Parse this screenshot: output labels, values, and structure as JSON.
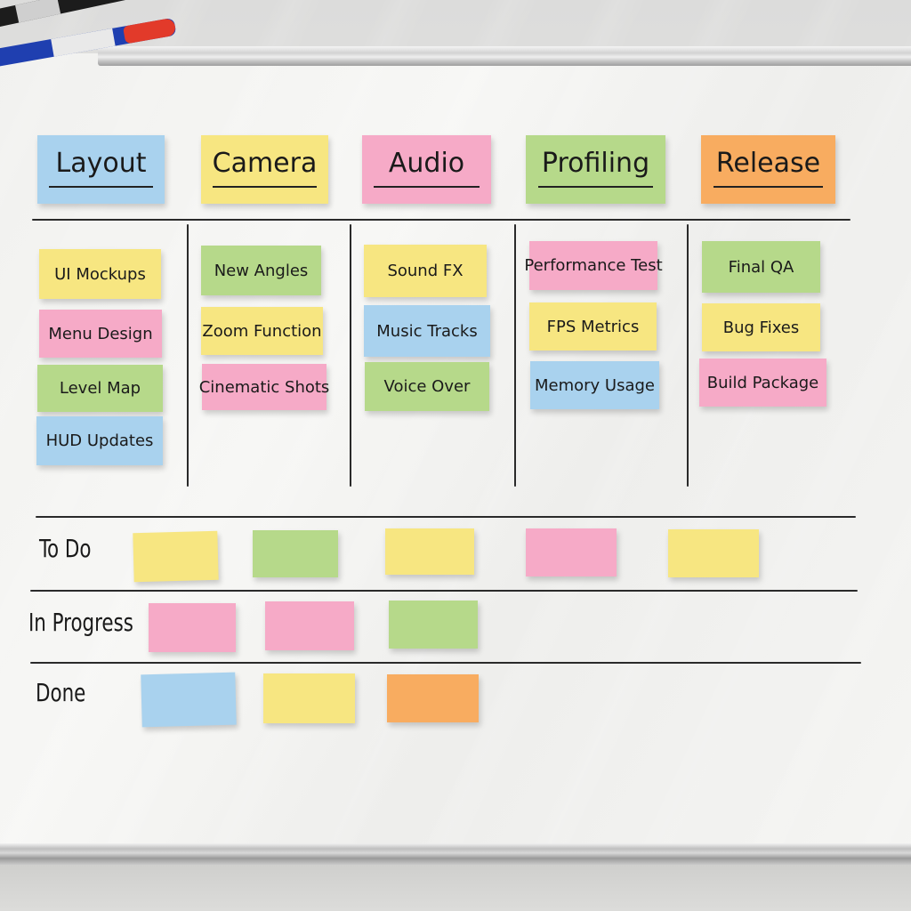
{
  "scene": "Whiteboard kanban board with sticky notes",
  "markers": [
    {
      "body": "black",
      "cap": "white"
    },
    {
      "body": "blue",
      "cap": "red"
    }
  ],
  "columns": [
    {
      "title": "Layout",
      "color": "#a9d2ee",
      "tasks": [
        {
          "label": "UI Mockups",
          "color": "#f7e681"
        },
        {
          "label": "Menu Design",
          "color": "#f6aac7"
        },
        {
          "label": "Level Map",
          "color": "#b6d98a"
        },
        {
          "label": "HUD Updates",
          "color": "#a9d2ee"
        }
      ]
    },
    {
      "title": "Camera",
      "color": "#f7e681",
      "tasks": [
        {
          "label": "New Angles",
          "color": "#b6d98a"
        },
        {
          "label": "Zoom Function",
          "color": "#f7e681"
        },
        {
          "label": "Cinematic Shots",
          "color": "#f6aac7"
        }
      ]
    },
    {
      "title": "Audio",
      "color": "#f6aac7",
      "tasks": [
        {
          "label": "Sound FX",
          "color": "#f7e681"
        },
        {
          "label": "Music Tracks",
          "color": "#a9d2ee"
        },
        {
          "label": "Voice Over",
          "color": "#b6d98a"
        }
      ]
    },
    {
      "title": "Profiling",
      "color": "#b6d98a",
      "tasks": [
        {
          "label": "Performance Test",
          "color": "#f6aac7"
        },
        {
          "label": "FPS Metrics",
          "color": "#f7e681"
        },
        {
          "label": "Memory Usage",
          "color": "#a9d2ee"
        }
      ]
    },
    {
      "title": "Release",
      "color": "#f8ac60",
      "tasks": [
        {
          "label": "Final QA",
          "color": "#b6d98a"
        },
        {
          "label": "Bug Fixes",
          "color": "#f7e681"
        },
        {
          "label": "Build Package",
          "color": "#f6aac7"
        }
      ]
    }
  ],
  "rows": [
    {
      "label": "To Do",
      "blank_notes": [
        "yellow",
        "green",
        "yellow",
        "pink",
        "yellow"
      ]
    },
    {
      "label": "In Progress",
      "blank_notes": [
        "pink",
        "pink",
        "green"
      ]
    },
    {
      "label": "Done",
      "blank_notes": [
        "blue",
        "yellow",
        "orange"
      ]
    }
  ]
}
